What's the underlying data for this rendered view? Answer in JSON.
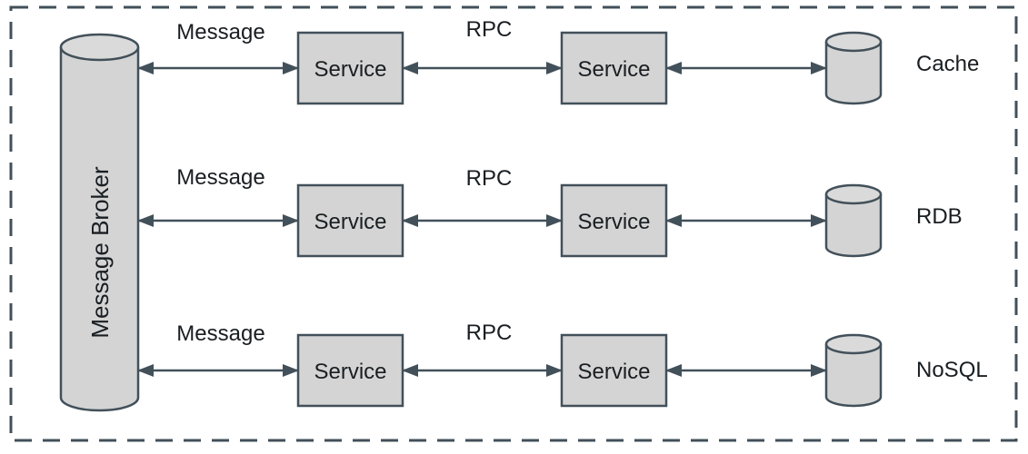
{
  "diagram": {
    "type": "architecture-diagram",
    "broker": {
      "label": "Message Broker",
      "shape": "cylinder"
    },
    "rows": [
      {
        "message_label": "Message",
        "rpc_label": "RPC",
        "service1_label": "Service",
        "service2_label": "Service",
        "datastore_label": "Cache",
        "datastore_shape": "cylinder"
      },
      {
        "message_label": "Message",
        "rpc_label": "RPC",
        "service1_label": "Service",
        "service2_label": "Service",
        "datastore_label": "RDB",
        "datastore_shape": "cylinder"
      },
      {
        "message_label": "Message",
        "rpc_label": "RPC",
        "service1_label": "Service",
        "service2_label": "Service",
        "datastore_label": "NoSQL",
        "datastore_shape": "cylinder"
      }
    ],
    "arrows": {
      "style": "double-headed",
      "count": 9
    },
    "colors": {
      "node_fill": "#d4d4d4",
      "node_fill_top": "#dadada",
      "stroke": "#42505a",
      "text": "#191e22",
      "background": "#ffffff"
    }
  }
}
